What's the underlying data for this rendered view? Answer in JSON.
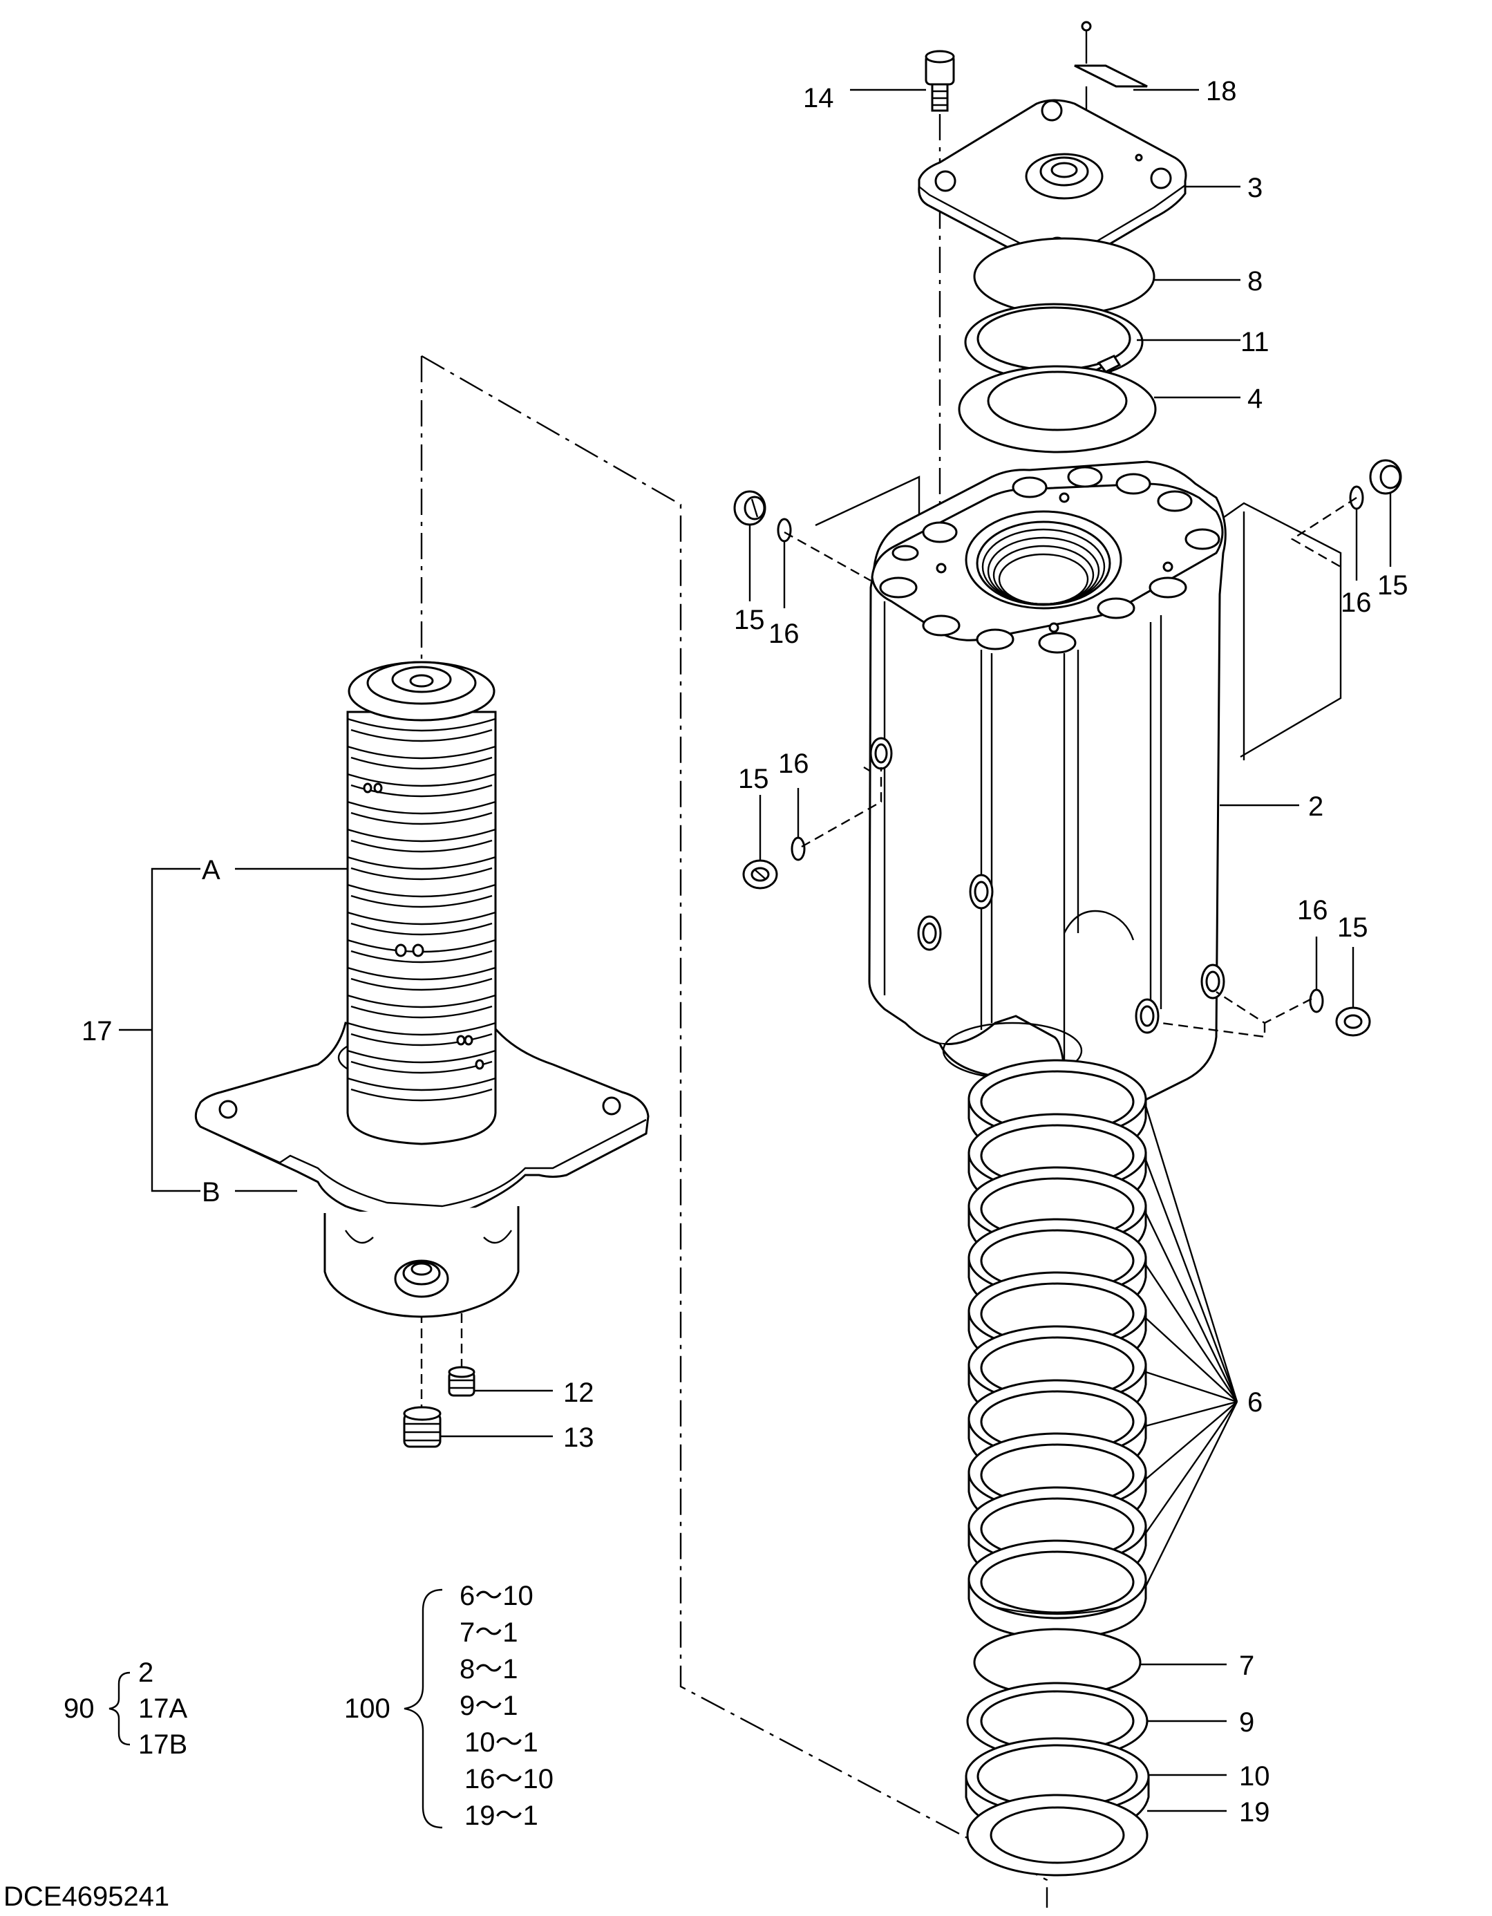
{
  "diagram": {
    "callouts": {
      "p14": "14",
      "p18": "18",
      "p3": "3",
      "p8": "8",
      "p11": "11",
      "p4": "4",
      "p15a": "15",
      "p16a": "16",
      "p16b": "16",
      "p15b": "15",
      "p15c": "15",
      "p16c": "16",
      "p2": "2",
      "p16d": "16",
      "p15d": "15",
      "pA": "A",
      "p17": "17",
      "pB": "B",
      "p12": "12",
      "p13": "13",
      "p6": "6",
      "p7": "7",
      "p9": "9",
      "p10": "10",
      "p19": "19"
    },
    "kit_90": {
      "label": "90",
      "items": [
        "2",
        "17A",
        "17B"
      ]
    },
    "kit_100": {
      "label": "100",
      "items": [
        "6～10",
        "7～1",
        "8～1",
        "9～1",
        "10～1",
        "16～10",
        "19～1"
      ]
    },
    "drawing_code": "DCE4695241"
  }
}
